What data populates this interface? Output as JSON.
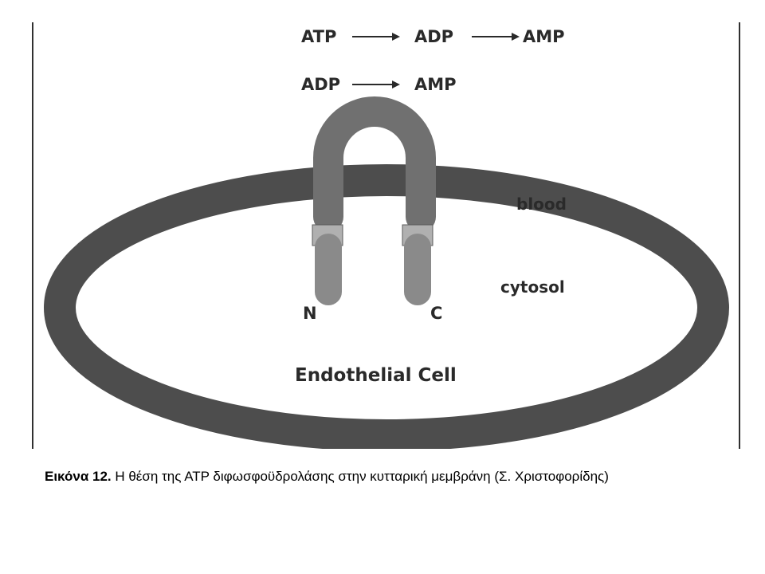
{
  "figure": {
    "reaction_top": {
      "atp": "ATP",
      "adp": "ADP",
      "amp": "AMP"
    },
    "reaction_second": {
      "adp": "ADP",
      "amp": "AMP"
    },
    "region_labels": {
      "blood": "blood",
      "cytosol": "cytosol"
    },
    "terminus_labels": {
      "n": "N",
      "c": "C"
    },
    "cell_label": "Endothelial Cell",
    "colors": {
      "membrane": "#4d4d4d",
      "protein_outer": "#707070",
      "protein_transmembrane": "#b0b0b0",
      "protein_inner": "#8a8a8a",
      "frame": "#303030",
      "text": "#2a2a2a"
    }
  },
  "caption": {
    "label": "Εικόνα 12.",
    "text": " Η θέση της ΑΤΡ διφωσφοϋδρολάσης στην κυτταρική μεμβράνη (Σ. Χριστοφορίδης)"
  }
}
